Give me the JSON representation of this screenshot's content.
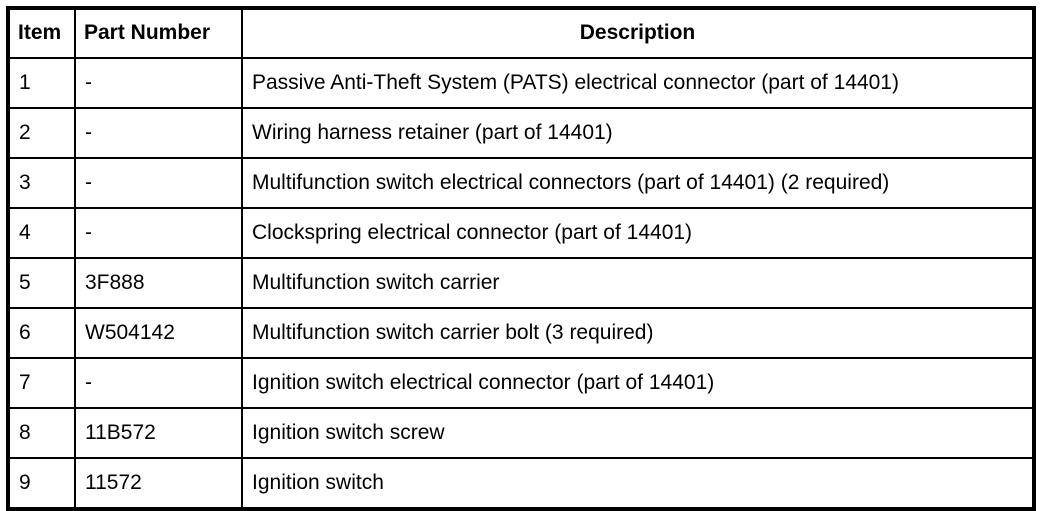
{
  "table": {
    "columns": [
      {
        "key": "item",
        "label": "Item"
      },
      {
        "key": "part_number",
        "label": "Part Number"
      },
      {
        "key": "description",
        "label": "Description"
      }
    ],
    "rows": [
      {
        "item": "1",
        "part_number": "-",
        "description": "Passive Anti-Theft System (PATS) electrical connector (part of 14401)"
      },
      {
        "item": "2",
        "part_number": "-",
        "description": "Wiring harness retainer (part of 14401)"
      },
      {
        "item": "3",
        "part_number": "-",
        "description": "Multifunction switch electrical connectors (part of 14401) (2 required)"
      },
      {
        "item": "4",
        "part_number": "-",
        "description": "Clockspring electrical connector (part of 14401)"
      },
      {
        "item": "5",
        "part_number": "3F888",
        "description": "Multifunction switch carrier"
      },
      {
        "item": "6",
        "part_number": "W504142",
        "description": "Multifunction switch carrier bolt (3 required)"
      },
      {
        "item": "7",
        "part_number": "-",
        "description": "Ignition switch electrical connector (part of 14401)"
      },
      {
        "item": "8",
        "part_number": "11B572",
        "description": "Ignition switch screw"
      },
      {
        "item": "9",
        "part_number": "11572",
        "description": "Ignition switch"
      }
    ]
  },
  "colors": {
    "border": "#000000",
    "background": "#ffffff",
    "text": "#000000"
  }
}
